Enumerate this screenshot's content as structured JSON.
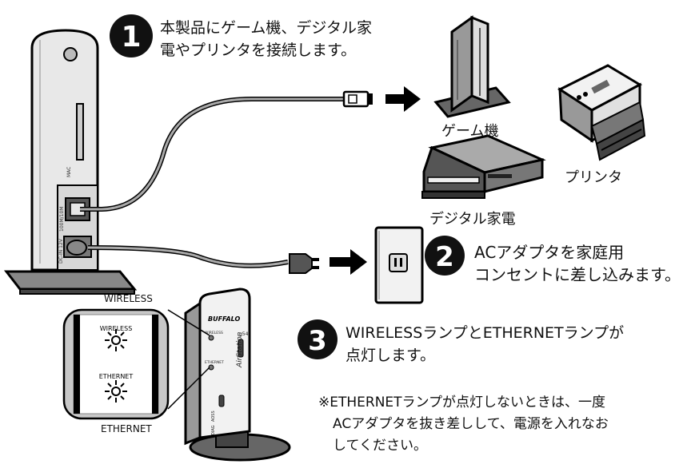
{
  "steps": [
    {
      "number": "1",
      "text_line1": "本製品にゲーム機、デジタル家",
      "text_line2": "電やプリンタを接続します。"
    },
    {
      "number": "2",
      "text_line1": "ACアダプタを家庭用",
      "text_line2": "コンセントに差し込みます。"
    },
    {
      "number": "3",
      "text_line1": "WIRELESSランプとETHERNETランプが",
      "text_line2": "点灯します。"
    }
  ],
  "device_labels": {
    "game_console": "ゲーム機",
    "printer": "プリンタ",
    "digital_appliance": "デジタル家電"
  },
  "lamp_labels": {
    "wireless": "WIRELESS",
    "ethernet": "ETHERNET"
  },
  "router_markings": {
    "mac": "MAC",
    "port": "100M/10M",
    "dc": "DC-IN 12V"
  },
  "front_router": {
    "brand": "BUFFALO",
    "model": "AirStation",
    "sub": "g54",
    "wireless_small": "WIRELESS",
    "ethernet_small": "ETHERNET",
    "aoss": "AOSS",
    "diag": "DIAG"
  },
  "note": {
    "line1": "※ETHERNETランプが点灯しないときは、一度",
    "line2": "ACアダプタを抜き差しして、電源を入れなお",
    "line3": "してください。"
  }
}
